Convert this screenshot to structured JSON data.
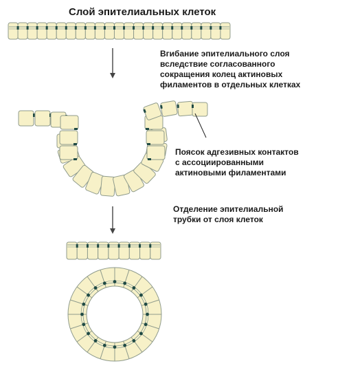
{
  "title": "Слой эпителиальных клеток",
  "labels": {
    "invagination": "Вгибание эпителиального слоя\nвследствие согласованного\nсокращения колец актиновых\nфиламентов в отдельных клетках",
    "adhesion_belt": "Поясок адгезивных контактов\nс ассоциированными\nактиновыми филаментами",
    "separation": "Отделение эпителиальной\nтрубки от слоя клеток"
  },
  "colors": {
    "cell_fill": "#f7f1c8",
    "cell_stroke": "#8f9b8c",
    "junction": "#1f4a44",
    "filament": "#6e8a8a",
    "arrow": "#444444",
    "text": "#1a1a1a"
  },
  "icons": [
    "arrow-down-icon",
    "arrow-down-icon",
    "leader-line"
  ]
}
